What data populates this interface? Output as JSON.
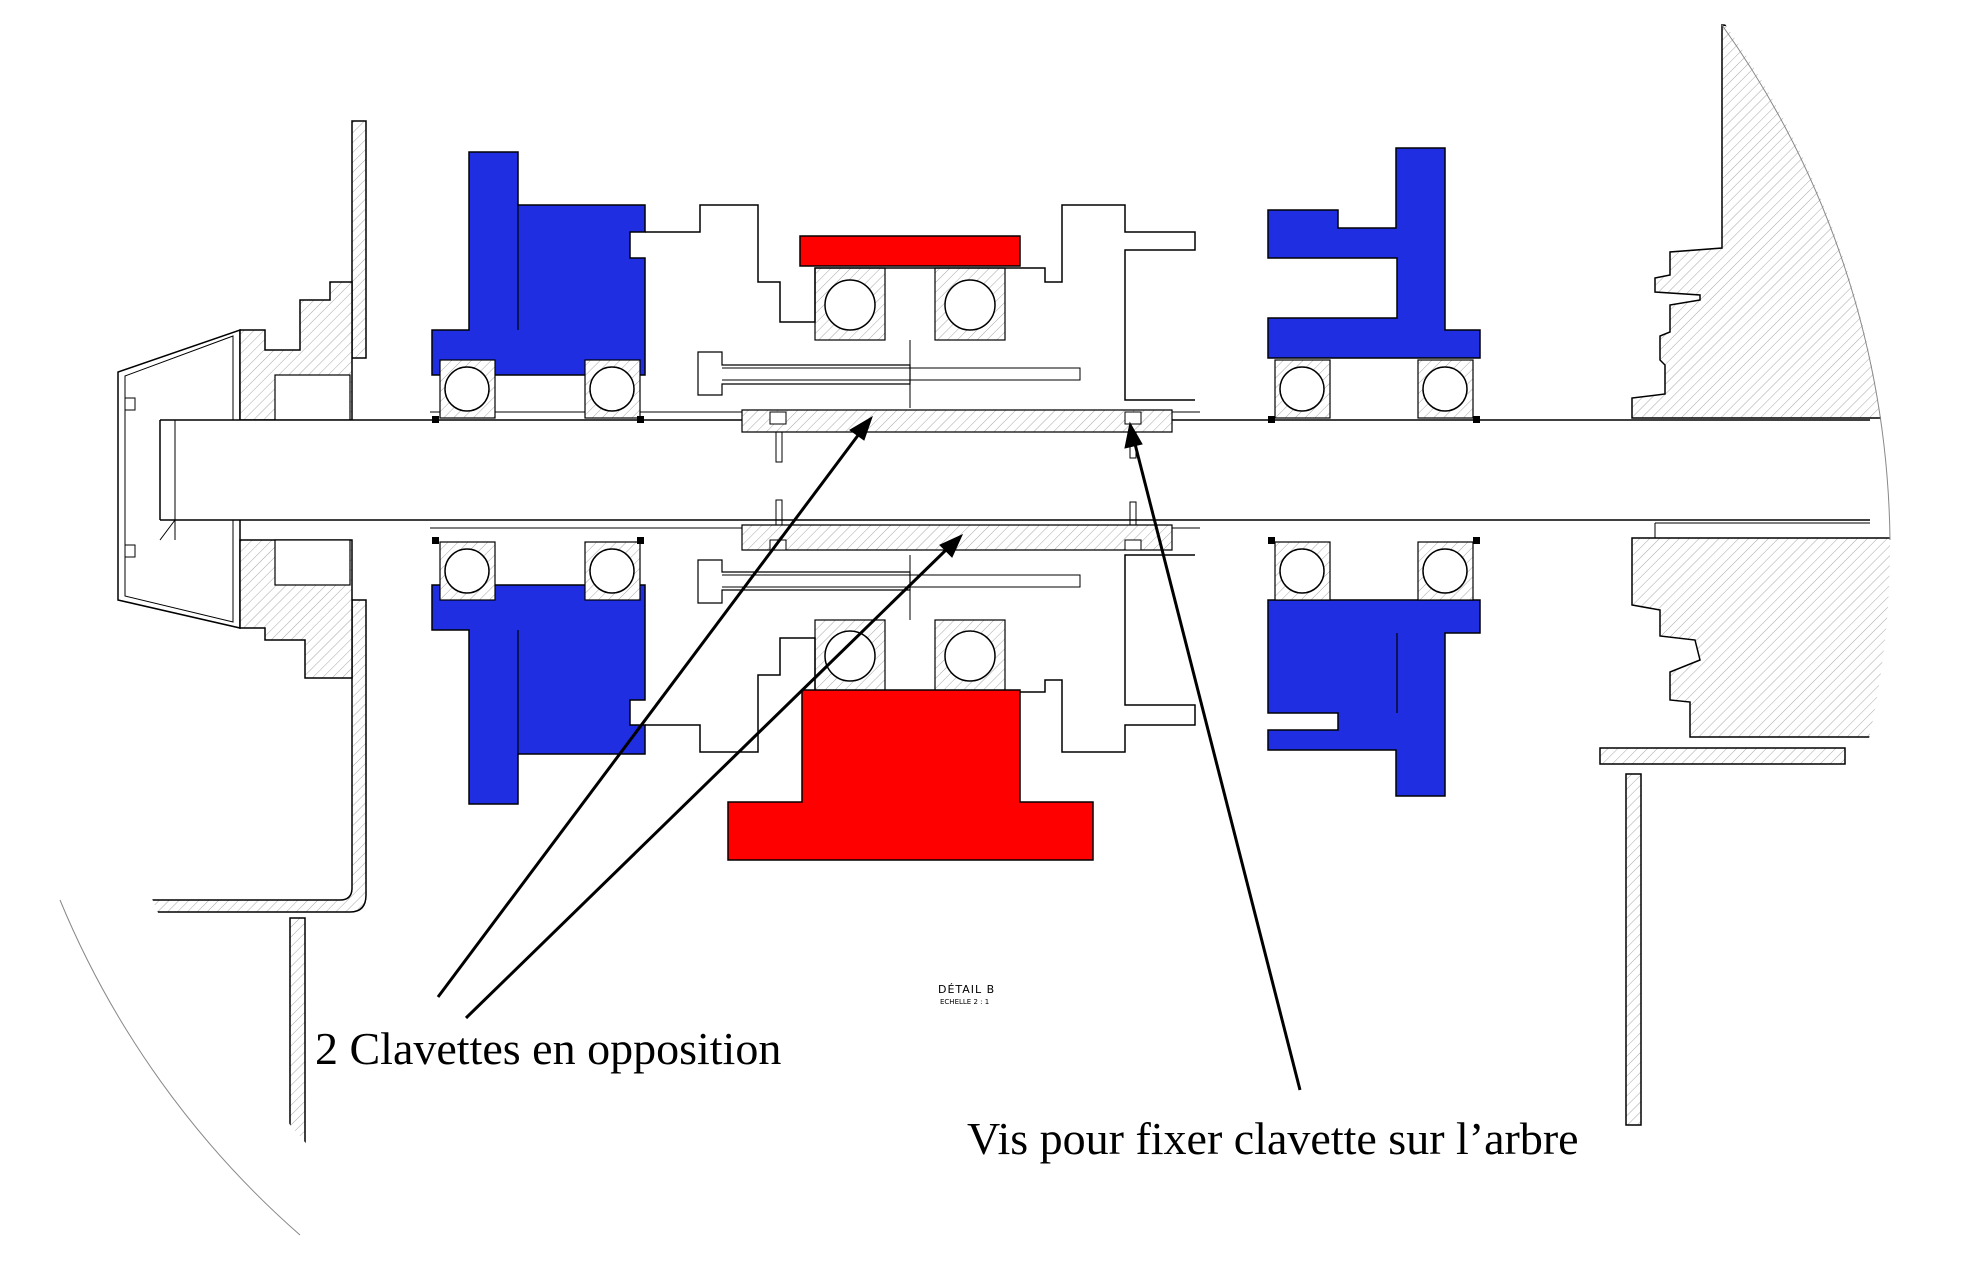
{
  "labels": {
    "keys": "2 Clavettes en opposition",
    "screw": "Vis pour fixer clavette sur l’arbre"
  },
  "detail": {
    "title": "DÉTAIL B",
    "scale": "ECHELLE 2 : 1"
  },
  "colors": {
    "bearing_housing": "#1e2ee0",
    "gear_part": "#ff0000",
    "outline": "#000000",
    "hatch": "#9a9a9a"
  }
}
